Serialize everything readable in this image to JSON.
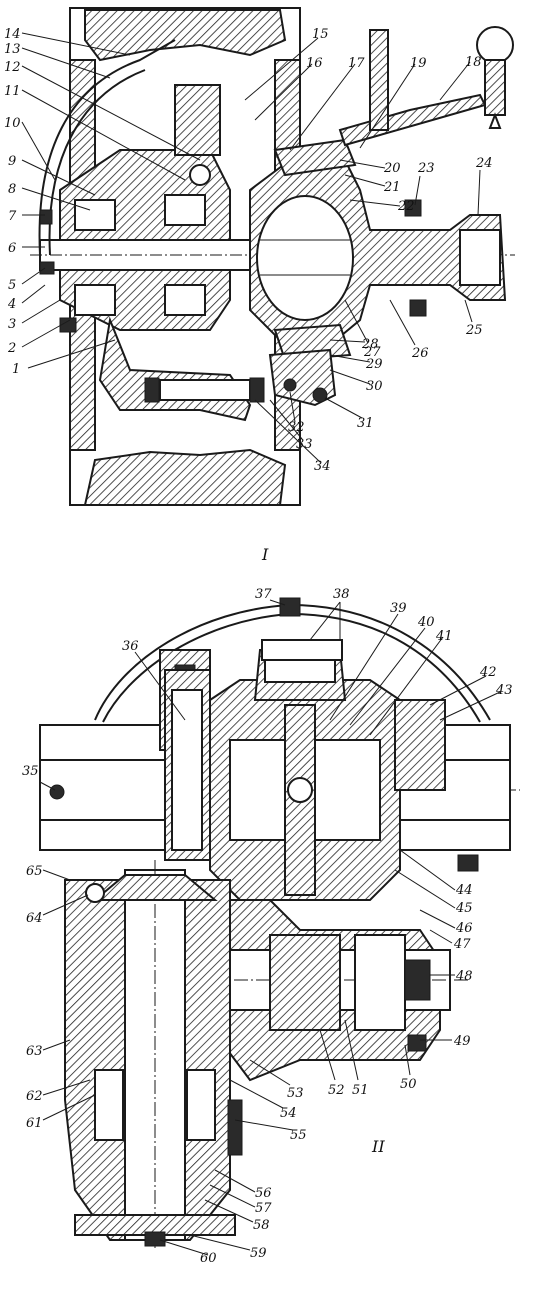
{
  "figure": {
    "view_labels": [
      "I",
      "II"
    ],
    "callouts_top": [
      "1",
      "2",
      "3",
      "4",
      "5",
      "6",
      "7",
      "8",
      "9",
      "10",
      "11",
      "12",
      "13",
      "14",
      "15",
      "16",
      "17",
      "18",
      "19",
      "20",
      "21",
      "22",
      "23",
      "24",
      "25",
      "26",
      "27",
      "28",
      "29",
      "30",
      "31",
      "32",
      "33",
      "34"
    ],
    "callouts_bottom": [
      "35",
      "36",
      "37",
      "38",
      "39",
      "40",
      "41",
      "42",
      "43",
      "44",
      "45",
      "46",
      "47",
      "48",
      "49",
      "50",
      "51",
      "52",
      "53",
      "54",
      "55",
      "56",
      "57",
      "58",
      "59",
      "60",
      "61",
      "62",
      "63",
      "64",
      "65"
    ]
  }
}
